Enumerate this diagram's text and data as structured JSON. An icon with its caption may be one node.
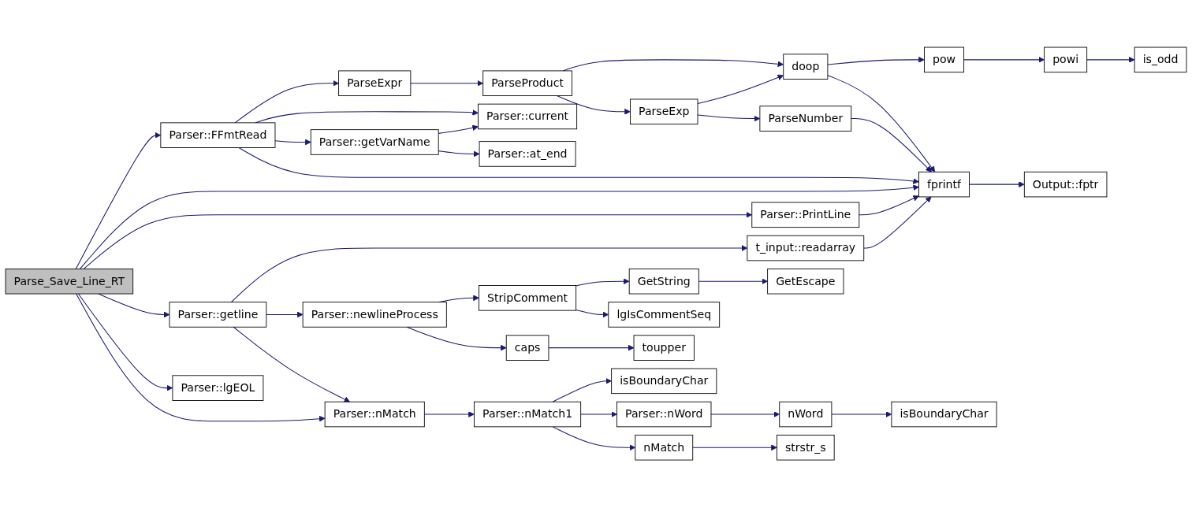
{
  "diagram": {
    "nodes": [
      {
        "text": [
          "Parse_Save_Line_RT"
        ]
      },
      {
        "text": [
          "Parser::FFmtRead"
        ]
      },
      {
        "text": [
          "ParseExpr"
        ]
      },
      {
        "text": [
          "ParseProduct"
        ]
      },
      {
        "text": [
          "Parser::current"
        ]
      },
      {
        "text": [
          "Parser::getVarName"
        ]
      },
      {
        "text": [
          "Parser::at_end"
        ]
      },
      {
        "text": [
          "ParseExp"
        ]
      },
      {
        "text": [
          "doop"
        ]
      },
      {
        "text": [
          "ParseNumber"
        ]
      },
      {
        "text": [
          "pow"
        ]
      },
      {
        "text": [
          "powi"
        ]
      },
      {
        "text": [
          "is_odd"
        ]
      },
      {
        "text": [
          "fprintf"
        ]
      },
      {
        "text": [
          "Output::fptr"
        ]
      },
      {
        "text": [
          "Parser::PrintLine"
        ]
      },
      {
        "text": [
          "Parser::getline"
        ]
      },
      {
        "text": [
          "t_input::readarray"
        ]
      },
      {
        "text": [
          "Parser::newlineProcess"
        ]
      },
      {
        "text": [
          "StripComment"
        ]
      },
      {
        "text": [
          "GetString"
        ]
      },
      {
        "text": [
          "GetEscape"
        ]
      },
      {
        "text": [
          "lgIsCommentSeq"
        ]
      },
      {
        "text": [
          "caps"
        ]
      },
      {
        "text": [
          "toupper"
        ]
      },
      {
        "text": [
          "Parser::lgEOL"
        ]
      },
      {
        "text": [
          "Parser::nMatch"
        ]
      },
      {
        "text": [
          "Parser::nMatch1"
        ]
      },
      {
        "text": [
          "isBoundaryChar"
        ]
      },
      {
        "text": [
          "Parser::nWord"
        ]
      },
      {
        "text": [
          "nWord"
        ]
      },
      {
        "text": [
          "isBoundaryChar"
        ]
      },
      {
        "text": [
          "nMatch"
        ]
      },
      {
        "text": [
          "strstr_s"
        ]
      }
    ],
    "edges": [
      {
        "from": 0,
        "to": 1,
        "arrow": "to"
      },
      {
        "from": 0,
        "to": 13,
        "arrow": "to"
      },
      {
        "from": 0,
        "to": 15,
        "arrow": "to"
      },
      {
        "from": 0,
        "to": 16,
        "arrow": "to"
      },
      {
        "from": 0,
        "to": 25,
        "arrow": "to"
      },
      {
        "from": 0,
        "to": 26,
        "arrow": "to"
      },
      {
        "from": 1,
        "to": 2,
        "arrow": "to"
      },
      {
        "from": 1,
        "to": 4,
        "arrow": "to"
      },
      {
        "from": 1,
        "to": 5,
        "arrow": "to"
      },
      {
        "from": 1,
        "to": 13,
        "arrow": "to"
      },
      {
        "from": 2,
        "to": 3,
        "arrow": "to"
      },
      {
        "from": 3,
        "to": 8,
        "arrow": "to"
      },
      {
        "from": 3,
        "to": 7,
        "arrow": "to"
      },
      {
        "from": 7,
        "to": 8,
        "arrow": "to"
      },
      {
        "from": 7,
        "to": 9,
        "arrow": "to"
      },
      {
        "from": 8,
        "to": 10,
        "arrow": "to"
      },
      {
        "from": 8,
        "to": 13,
        "arrow": "to"
      },
      {
        "from": 10,
        "to": 11,
        "arrow": "to"
      },
      {
        "from": 11,
        "to": 12,
        "arrow": "to"
      },
      {
        "from": 9,
        "to": 13,
        "arrow": "to"
      },
      {
        "from": 5,
        "to": 4,
        "arrow": "to"
      },
      {
        "from": 5,
        "to": 6,
        "arrow": "to"
      },
      {
        "from": 13,
        "to": 14,
        "arrow": "to"
      },
      {
        "from": 15,
        "to": 13,
        "arrow": "to"
      },
      {
        "from": 16,
        "to": 17,
        "arrow": "to"
      },
      {
        "from": 16,
        "to": 18,
        "arrow": "to"
      },
      {
        "from": 16,
        "to": 26,
        "arrow": "to"
      },
      {
        "from": 17,
        "to": 13,
        "arrow": "to"
      },
      {
        "from": 18,
        "to": 19,
        "arrow": "to"
      },
      {
        "from": 18,
        "to": 23,
        "arrow": "to"
      },
      {
        "from": 19,
        "to": 20,
        "arrow": "to"
      },
      {
        "from": 19,
        "to": 22,
        "arrow": "to"
      },
      {
        "from": 20,
        "to": 21,
        "arrow": "to"
      },
      {
        "from": 23,
        "to": 24,
        "arrow": "to"
      },
      {
        "from": 26,
        "to": 27,
        "arrow": "to"
      },
      {
        "from": 27,
        "to": 28,
        "arrow": "to"
      },
      {
        "from": 27,
        "to": 29,
        "arrow": "to"
      },
      {
        "from": 27,
        "to": 32,
        "arrow": "to"
      },
      {
        "from": 29,
        "to": 30,
        "arrow": "to"
      },
      {
        "from": 30,
        "to": 31,
        "arrow": "to"
      },
      {
        "from": 32,
        "to": 33,
        "arrow": "to"
      }
    ]
  }
}
